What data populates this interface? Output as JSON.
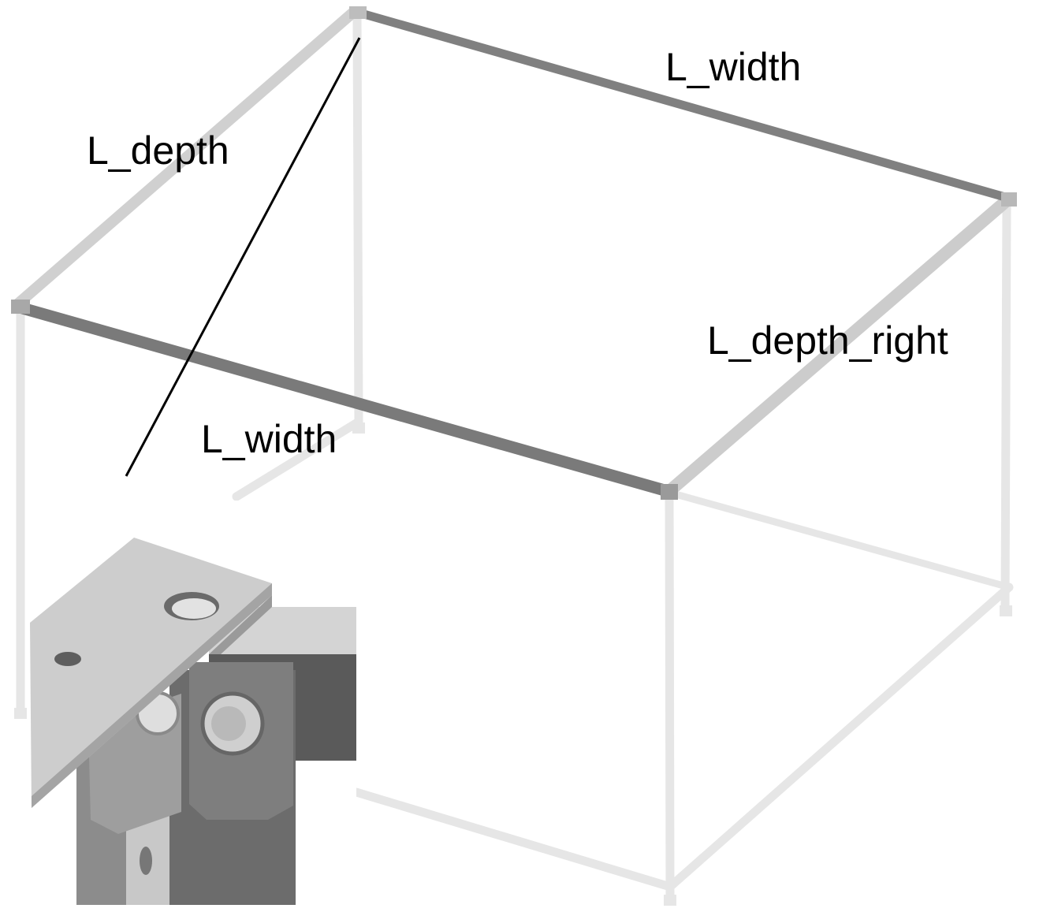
{
  "labels": {
    "depth_left": "L_depth",
    "width_back": "L_width",
    "depth_right": "L_depth_right",
    "width_front": "L_width"
  },
  "colors": {
    "background": "#ffffff",
    "highlight_rail": "#7d7d7d",
    "grey_rail": "#cfcfcf",
    "ghost_frame": "#ececec",
    "leader_line": "#000000",
    "label_text": "#000000"
  },
  "icons": {
    "detail_inset": "corner-bracket-closeup"
  }
}
